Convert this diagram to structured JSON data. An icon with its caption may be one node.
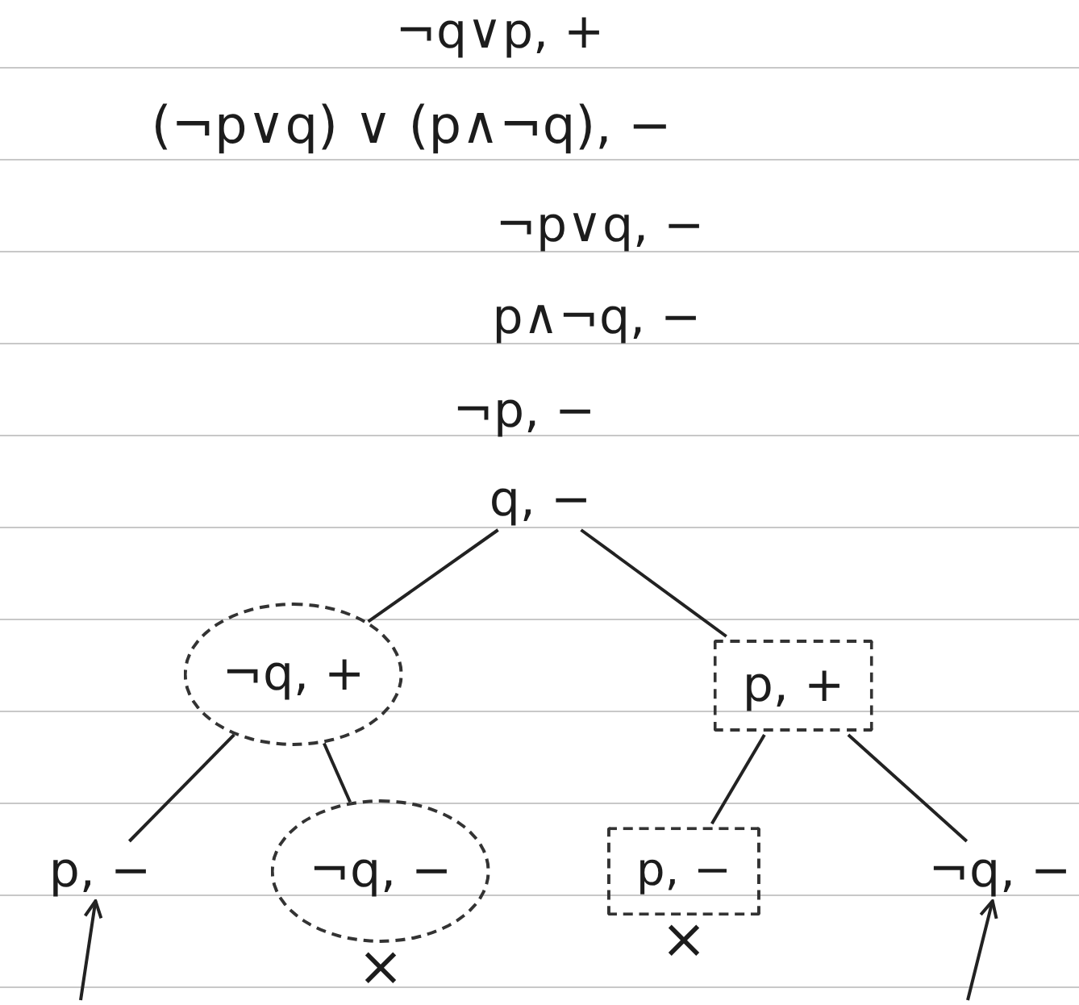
{
  "diagram": {
    "nodes": [
      {
        "text": [
          "¬q∨p, +"
        ]
      },
      {
        "text": [
          "(¬p∨q) ∨ (p∧¬q), −"
        ]
      },
      {
        "text": [
          "¬p∨q, −"
        ]
      },
      {
        "text": [
          "p∧¬q, −"
        ]
      },
      {
        "text": [
          "¬p, −"
        ]
      },
      {
        "text": [
          "q, −"
        ]
      },
      {
        "text": [
          "¬q, +"
        ]
      },
      {
        "text": [
          "p, +"
        ]
      },
      {
        "text": [
          "p, −"
        ]
      },
      {
        "text": [
          "¬q, −"
        ],
        "beside": [
          "×"
        ]
      },
      {
        "text": [
          "p, −"
        ],
        "beside": [
          "×"
        ]
      },
      {
        "text": [
          "¬q, −"
        ]
      }
    ],
    "edges": [
      {
        "from": 5,
        "to": 6,
        "arrow": "none"
      },
      {
        "from": 5,
        "to": 7,
        "arrow": "none"
      },
      {
        "from": 6,
        "to": 8,
        "arrow": "none"
      },
      {
        "from": 6,
        "to": 9,
        "arrow": "none"
      },
      {
        "from": 7,
        "to": 10,
        "arrow": "none"
      },
      {
        "from": 7,
        "to": 11,
        "arrow": "none"
      },
      {
        "from": null,
        "to": 8,
        "arrow": "to"
      },
      {
        "from": null,
        "to": 11,
        "arrow": "to"
      }
    ]
  }
}
